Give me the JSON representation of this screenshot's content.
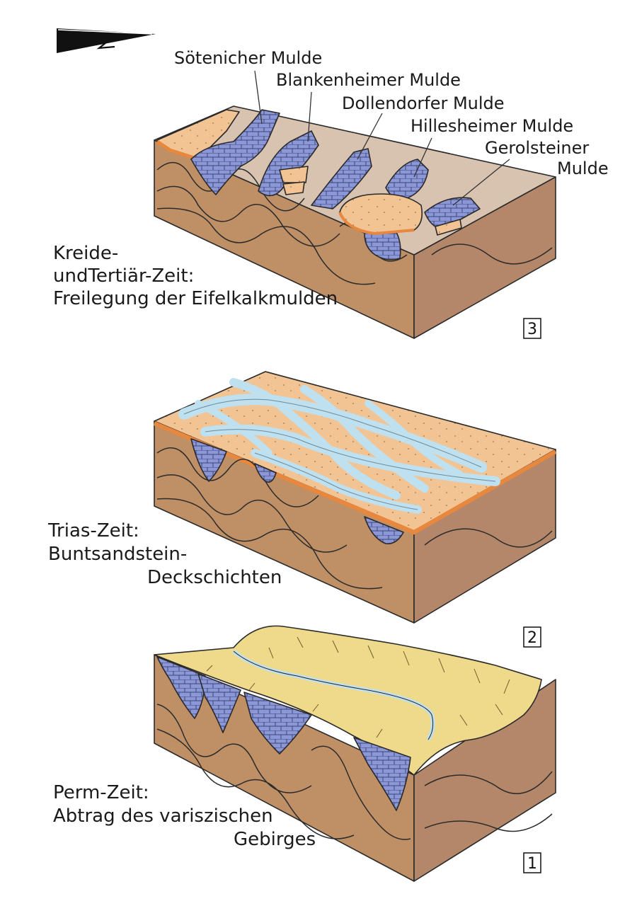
{
  "colors": {
    "rock_side": "#bf8f66",
    "rock_front": "#b5876a",
    "block_top_3": "#d8c2b0",
    "sandstone": "#f2c494",
    "sandstone_edge": "#e8873e",
    "river": "#bfe0ee",
    "limestone": "#8b97d6",
    "permian_plain": "#efd98b",
    "outline": "#2a2a2a"
  },
  "icons": {
    "north_arrow": "north-arrow-icon"
  },
  "panel_3": {
    "number": "3",
    "caption_lines": [
      "Kreide-",
      "undTertiär-Zeit:",
      "Freilegung der Eifelkalkmulden"
    ],
    "labels": [
      "Sötenicher Mulde",
      "Blankenheimer Mulde",
      "Dollendorfer Mulde",
      "Hillesheimer Mulde",
      "Gerolsteiner",
      "Mulde"
    ]
  },
  "panel_2": {
    "number": "2",
    "caption_lines": [
      "Trias-Zeit:",
      "Buntsandstein-",
      "Deckschichten"
    ]
  },
  "panel_1": {
    "number": "1",
    "caption_lines": [
      "Perm-Zeit:",
      "Abtrag des variszischen",
      "Gebirges"
    ]
  }
}
